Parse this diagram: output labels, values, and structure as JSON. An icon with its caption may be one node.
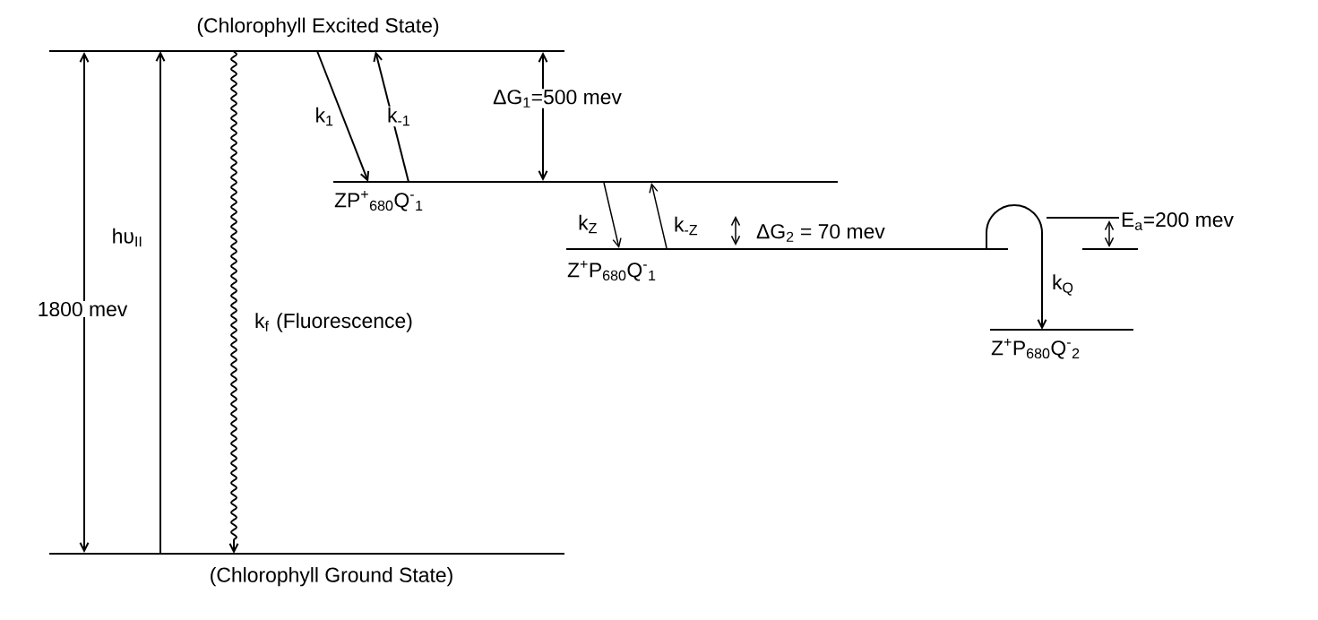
{
  "diagram": {
    "nodes": [
      {
        "text": [
          "(Chlorophyll Excited State)"
        ]
      },
      {
        "text": [
          "(Chlorophyll Ground State)"
        ]
      },
      {
        "text": [
          "ZP$^{+}$$_{680}$Q$^{-}$$_{1}$"
        ]
      },
      {
        "text": [
          "Z$^{+}$P$_{680}$Q$^{-}$$_{1}$"
        ]
      },
      {
        "text": [
          "Z$^{+}$P$_{680}$Q$^{-}$$_{2}$"
        ]
      }
    ],
    "edges": [
      {
        "from": 1,
        "to": 0,
        "arrow": "to",
        "label": "hυ$_{II}$"
      },
      {
        "from": 0,
        "to": 1,
        "arrow": "to",
        "label": "k$_{f}$ (Fluorescence)"
      },
      {
        "from": 0,
        "to": 2,
        "arrow": "to",
        "label": "k$_{1}$"
      },
      {
        "from": 2,
        "to": 0,
        "arrow": "to",
        "label": "k$_{-1}$"
      },
      {
        "from": 2,
        "to": 3,
        "arrow": "to",
        "label": "k$_{Z}$"
      },
      {
        "from": 3,
        "to": 2,
        "arrow": "to",
        "label": "k$_{-Z}$"
      },
      {
        "from": 3,
        "to": 4,
        "arrow": "to",
        "label": "k$_{Q}$"
      },
      {
        "from": 0,
        "to": 1,
        "arrow": "both",
        "label": "1800 mev"
      },
      {
        "from": 0,
        "to": 2,
        "arrow": "both",
        "label": "ΔG$_{1}$=500 mev"
      },
      {
        "from": 2,
        "to": 3,
        "arrow": "both",
        "label": "ΔG$_{2}$ = 70 mev"
      }
    ],
    "labels": [
      "E$_{a}$=200 mev"
    ]
  }
}
